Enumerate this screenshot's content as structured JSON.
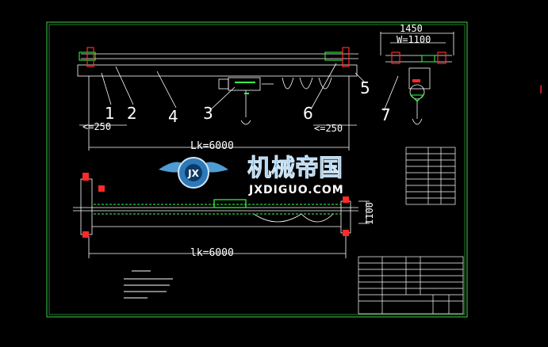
{
  "colors": {
    "background": "#000000",
    "frame": "#3ecf4a",
    "lines": "#ffffff",
    "red": "#ff2a2a",
    "green": "#39ff4a",
    "watermark": "#4f9cd4"
  },
  "labels": {
    "part_1": "1",
    "part_2": "2",
    "part_3": "3",
    "part_4": "4",
    "part_5": "5",
    "part_6": "6",
    "part_7": "7",
    "dim_left_250": "<=250",
    "dim_right_250": "<=250",
    "dim_lk_top": "Lk=6000",
    "dim_lk_bottom": "lk=6000",
    "dim_1450": "1450",
    "dim_w1100": "W=1100",
    "dim_1100_side": "1100",
    "right_edge_mark": "I"
  },
  "watermark": {
    "logo_letters": "JX",
    "title_cn": "机械帝国",
    "url": "JXDIGUO.COM"
  }
}
